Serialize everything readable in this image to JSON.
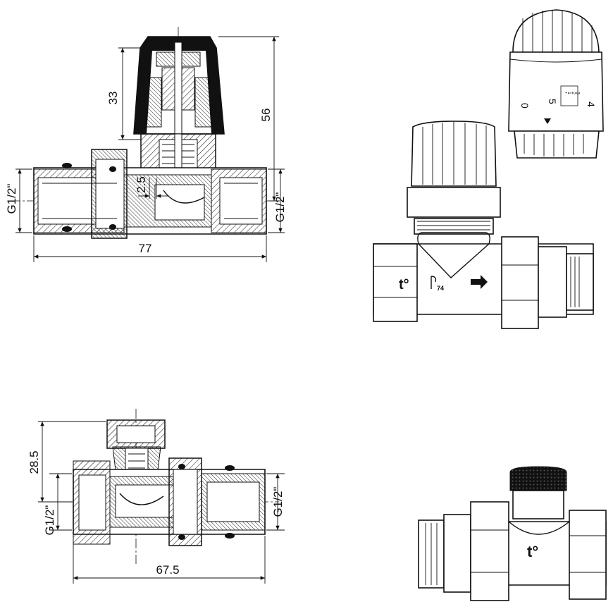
{
  "valve_thermostatic_section": {
    "dimensions": {
      "head_height": "33",
      "total_height": "56",
      "length": "77",
      "stem_offset": "2.5",
      "thread_left": "G1/2\"",
      "thread_right": "G1/2\""
    }
  },
  "thermo_head_view": {
    "scale_numbers": [
      "0",
      "5",
      "4"
    ],
    "scale_text": [
      "*",
      "1",
      "2",
      "3"
    ]
  },
  "valve_thermostatic_view": {
    "temperature_mark": "t°",
    "code_mark": "74"
  },
  "valve_return_section": {
    "dimensions": {
      "height": "28.5",
      "length": "67.5",
      "thread_left": "G1/2\"",
      "thread_right": "G1/2\""
    }
  },
  "valve_return_view": {
    "temperature_mark": "t°"
  }
}
